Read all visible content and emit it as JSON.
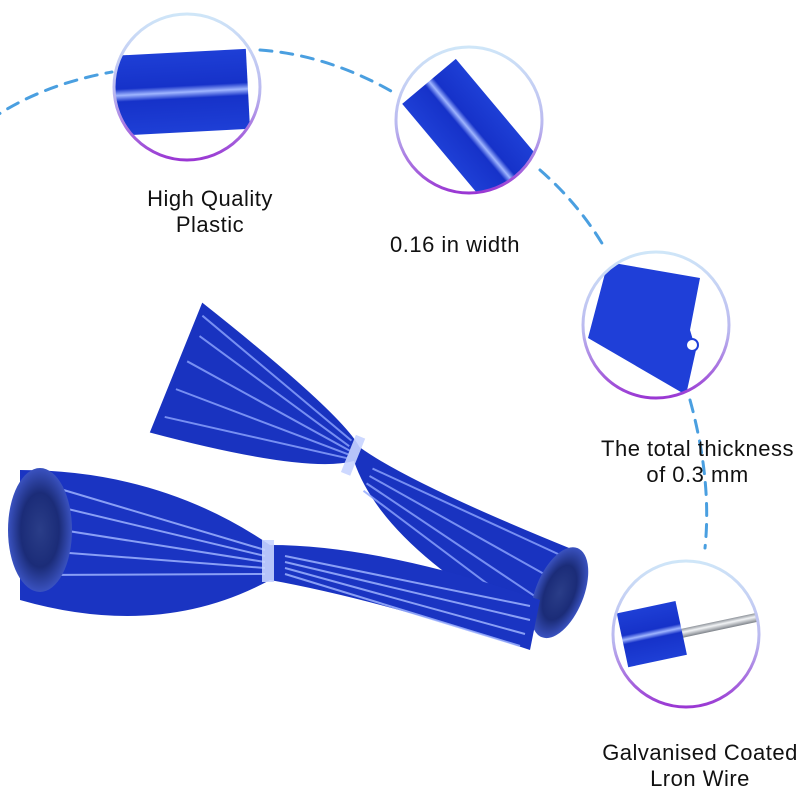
{
  "features": [
    {
      "line1": "High Quality",
      "line2": "Plastic"
    },
    {
      "line1": "0.16 in width",
      "line2": ""
    },
    {
      "line1": "The total thickness",
      "line2": "of 0.3 mm"
    },
    {
      "line1": "Galvanised Coated",
      "line2": "Lron Wire"
    }
  ],
  "colors": {
    "strip_blue": "#1f3fd8",
    "ring_purple": "#a23fd6",
    "ring_cyan": "#4fa6e8",
    "arc_dash": "#4a9fe0",
    "wire_silver": "#cfd3d8"
  },
  "icons": [
    "plastic-strip-closeup",
    "strip-width-closeup",
    "strip-thickness-closeup",
    "wire-core-closeup",
    "twist-tie-bundles"
  ]
}
